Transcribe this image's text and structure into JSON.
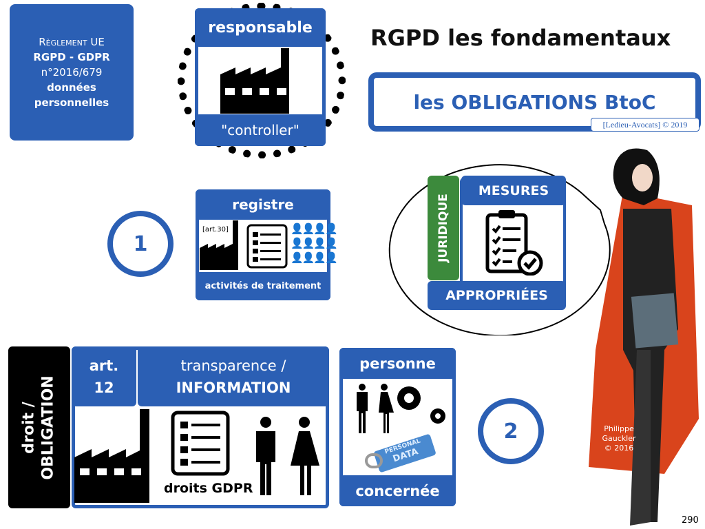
{
  "reglement": {
    "line1": "Règlement UE",
    "line2": "RGPD - GDPR",
    "line3": "n°2016/679",
    "line4": "données",
    "line5": "personnelles"
  },
  "responsable": {
    "title": "responsable",
    "subtitle": "\"controller\""
  },
  "header": {
    "title": "RGPD les fondamentaux",
    "subtitle": "les OBLIGATIONS BtoC",
    "credit": "[Ledieu-Avocats] © 2019"
  },
  "step1": {
    "number": "1"
  },
  "registre": {
    "title": "registre",
    "art": "[art.30]",
    "footer": "activités de traitement"
  },
  "mesures": {
    "side": "JURIDIQUE",
    "title": "MESURES",
    "footer": "APPROPRIÉES"
  },
  "bottom": {
    "side_line1": "droit /",
    "side_line2": "OBLIGATION",
    "art_line1": "art.",
    "art_line2": "12",
    "title_line1": "transparence /",
    "title_line2": "INFORMATION",
    "droits": "droits GDPR"
  },
  "personne": {
    "title": "personne",
    "footer": "concernée",
    "usb_line1": "PERSONAL",
    "usb_line2": "DATA"
  },
  "step2": {
    "number": "2"
  },
  "illustration": {
    "credit_line1": "Philippe",
    "credit_line2": "Gauckler",
    "credit_line3": "© 2016"
  },
  "page_number": "290",
  "colors": {
    "accent": "#2b5fb4",
    "green": "#3c8a3c"
  }
}
